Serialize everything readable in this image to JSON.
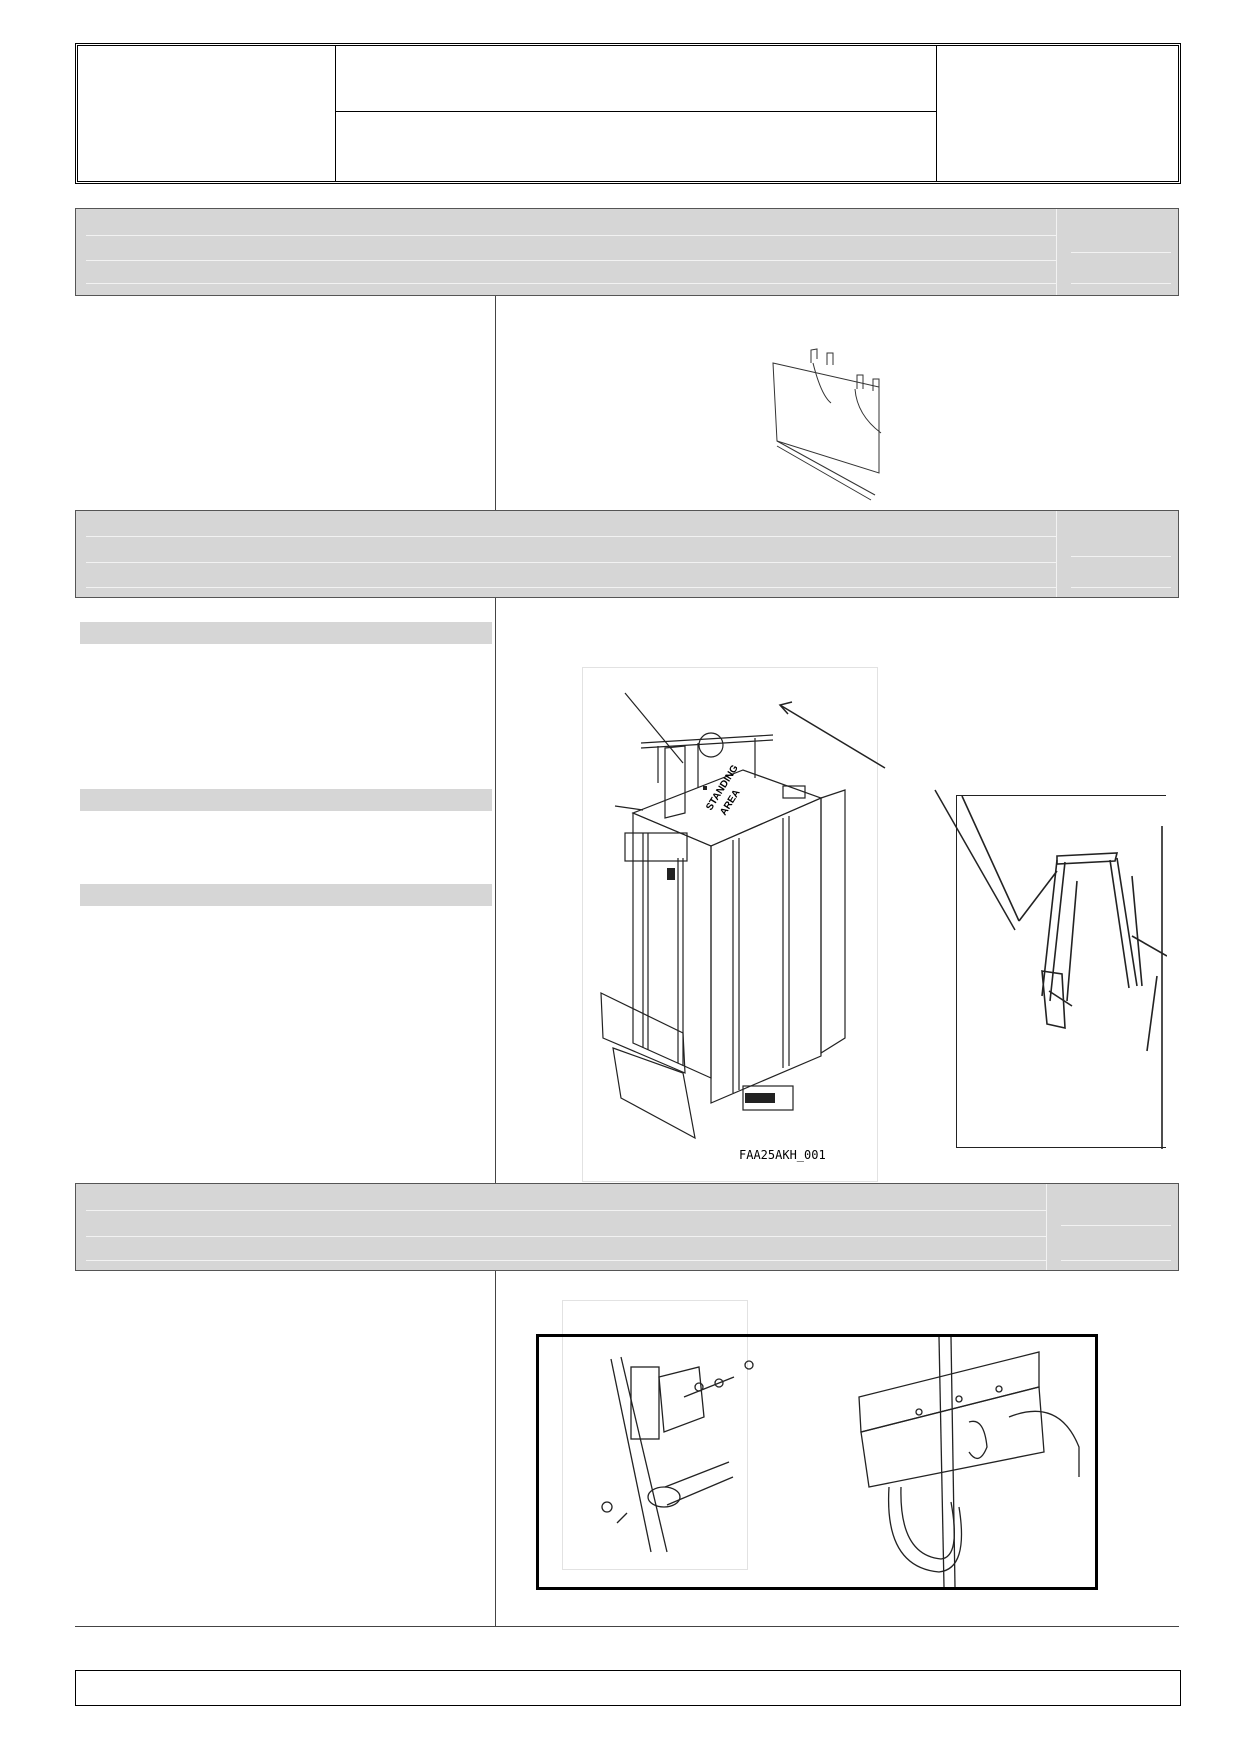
{
  "title_block": {
    "logo_cell": "",
    "title_top": "",
    "title_bottom": "",
    "right_cell": ""
  },
  "sections": [
    {
      "title": "",
      "sub_left": "",
      "sub_right": ""
    },
    {
      "title": "",
      "sub_left": "",
      "sub_right": ""
    },
    {
      "title": "",
      "sub_left": "",
      "sub_right": ""
    }
  ],
  "section2": {
    "subbars": [
      "",
      "",
      ""
    ],
    "figure_code": "FAA25AKH_001",
    "car_top_label_1": "STANDING",
    "car_top_label_2": "AREA"
  },
  "footer": {
    "text": ""
  }
}
